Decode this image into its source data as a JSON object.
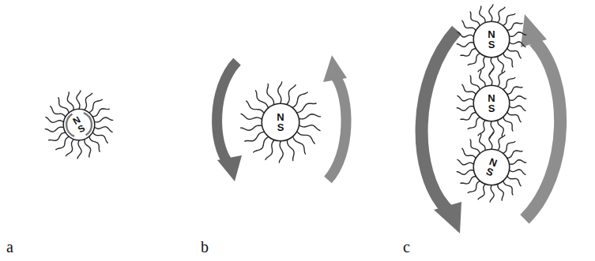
{
  "diagram": {
    "nodes": [
      {
        "text": [
          "N",
          "S"
        ]
      },
      {
        "text": [
          "N",
          "S"
        ]
      },
      {
        "text": [
          "N",
          "S"
        ]
      },
      {
        "text": [
          "N",
          "S"
        ]
      },
      {
        "text": [
          "N",
          "S"
        ]
      }
    ],
    "labels": [
      "a",
      "b",
      "c"
    ]
  }
}
